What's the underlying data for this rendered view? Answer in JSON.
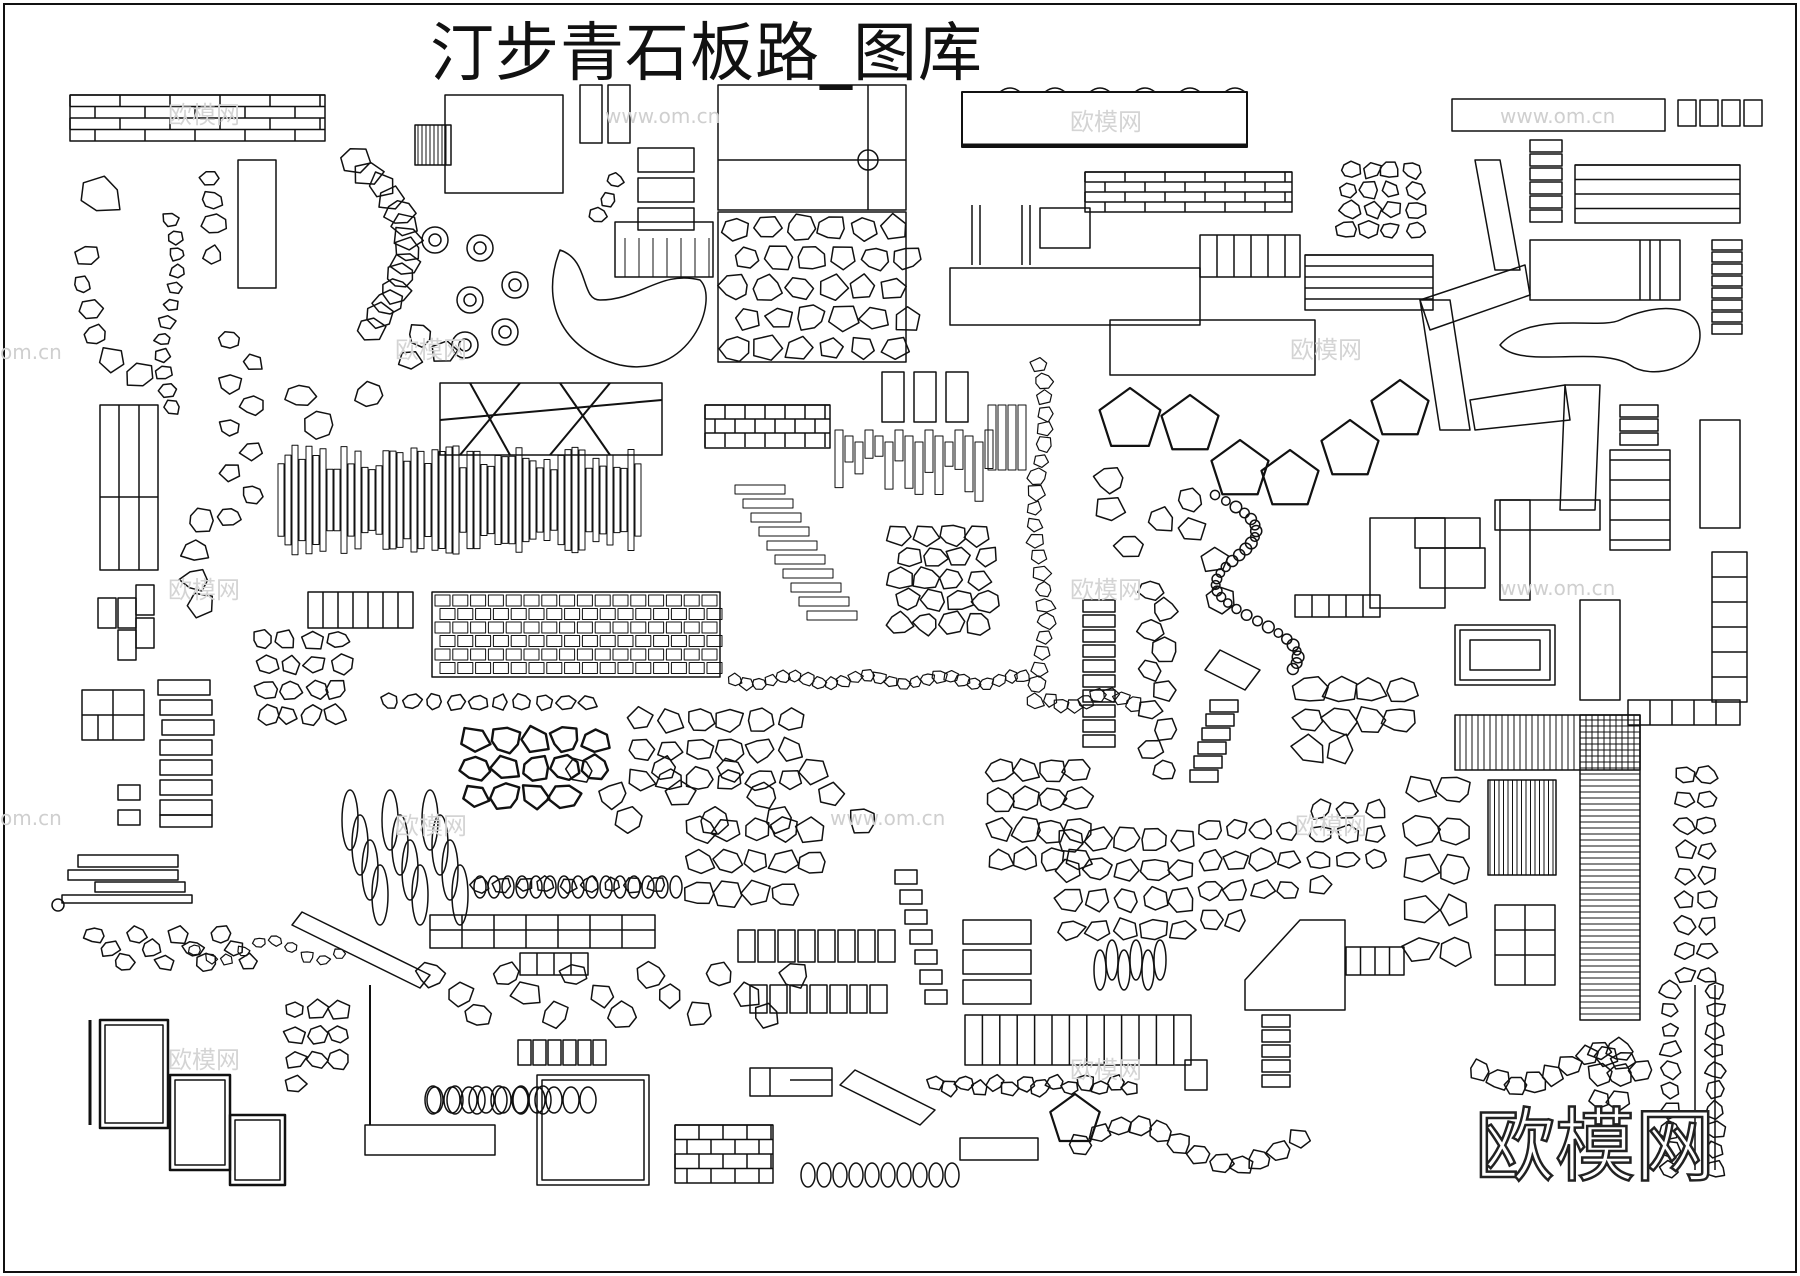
{
  "title": "汀步青石板路_图库",
  "brand_watermark": "欧模网",
  "watermarks": {
    "cn": "欧模网",
    "url": "www.om.cn",
    "url_partial": "om.cn"
  },
  "colors": {
    "line": "#111111",
    "background": "#ffffff",
    "watermark": "#cfcfcf"
  }
}
